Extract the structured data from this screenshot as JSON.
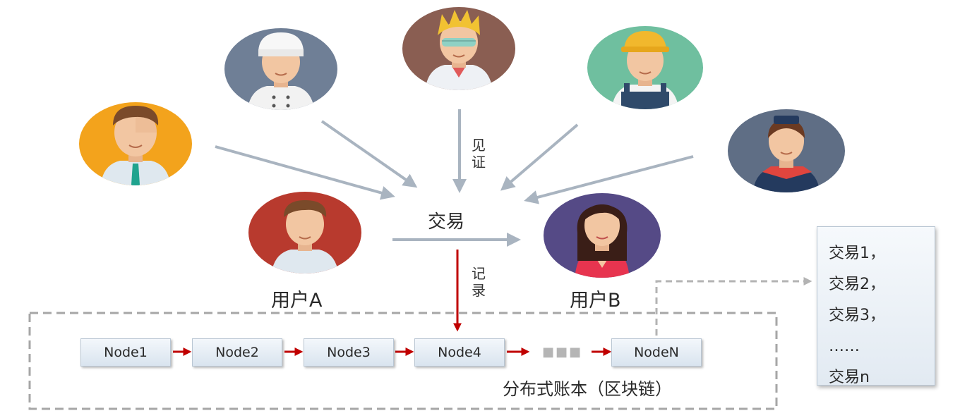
{
  "center_label": "交易",
  "witness_label": "见证",
  "record_label": "记录",
  "user_a_label": "用户A",
  "user_b_label": "用户B",
  "nodes": [
    "Node1",
    "Node2",
    "Node3",
    "Node4",
    "NodeN"
  ],
  "ellipsis_dots": "■■■",
  "ledger_caption": "分布式账本（区块链）",
  "transactions": [
    "交易1，",
    "交易2，",
    "交易3，",
    "……",
    "交易n"
  ],
  "colors": {
    "gray_arrow": "#a9b4c0",
    "red_arrow": "#c00000",
    "dashed_border": "#a6a6a6",
    "node_fill": "#dce6f0",
    "node_border": "#b9c6d3"
  },
  "avatars": [
    {
      "name": "businessman-avatar",
      "bg": "#f3a31c"
    },
    {
      "name": "chef-avatar",
      "bg": "#6f7f96"
    },
    {
      "name": "cool-guy-avatar",
      "bg": "#8a5e52"
    },
    {
      "name": "worker-avatar",
      "bg": "#6fbf9f"
    },
    {
      "name": "stewardess-avatar",
      "bg": "#5f6e85"
    },
    {
      "name": "user-a-avatar",
      "bg": "#b83a2e"
    },
    {
      "name": "user-b-avatar",
      "bg": "#554a86"
    }
  ]
}
